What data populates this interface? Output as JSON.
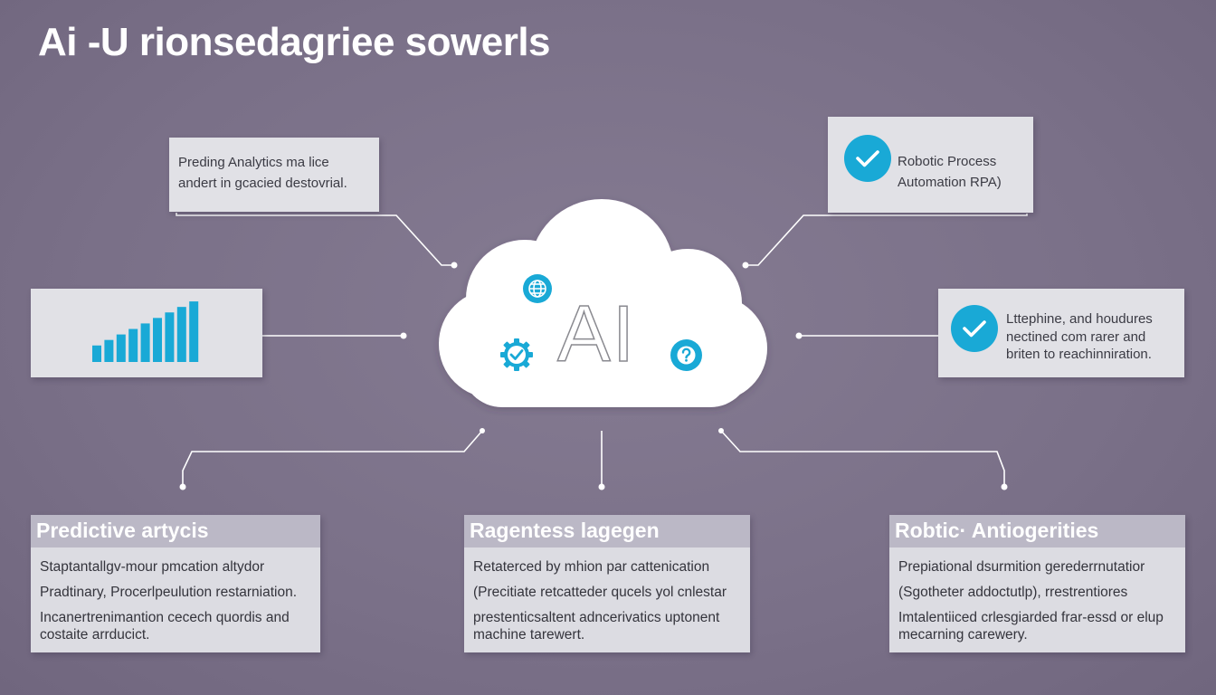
{
  "title": "Ai -U rionsedagriee sowerls",
  "cloud": {
    "label": "AI"
  },
  "cards": {
    "top_left": {
      "lines": [
        "Preding Analytics ma lice",
        "andert in gcacied destovrial."
      ]
    },
    "top_right": {
      "lines": [
        "Robotic Process",
        "Automation RPA)"
      ]
    },
    "mid_right": {
      "lines": [
        "Lttephine, and houdures",
        "nectined com rarer and",
        "briten to reachinniration."
      ]
    }
  },
  "chart_data": {
    "type": "bar",
    "categories": [
      "1",
      "2",
      "3",
      "4",
      "5",
      "6",
      "7",
      "8",
      "9"
    ],
    "values": [
      3,
      4,
      5,
      6,
      7,
      8,
      9,
      10,
      11
    ],
    "ylim": [
      0,
      12
    ],
    "color": "#19a9d6"
  },
  "panels": [
    {
      "title": "Predictive artycis",
      "lines": [
        "Staptantallgv-mour pmcation altydor",
        "Pradtinary, Procerlpeulution restarniation.",
        "Incanertrenimantion cecech quordis and",
        "costaite arrducict."
      ]
    },
    {
      "title": "Ragentess lagegen",
      "lines": [
        "Retaterced by mhion par cattenication",
        "(Precitiate retcatteder qucels yol cnlestar",
        "prestenticsaltent adncerivatics uptonent",
        "machine tarewert."
      ]
    },
    {
      "title": "Robtic·  Antiogerities",
      "lines": [
        "Prepiational dsurmition gerederrnutatior",
        "(Sgotheter addoctutlp), rrestrentiores",
        "Imtalentiiced crlesgiarded frar-essd or elup",
        "mecarning carewery."
      ]
    }
  ],
  "colors": {
    "accent": "#19a9d6",
    "background": "#7a7088",
    "card": "#e1e1e6"
  }
}
